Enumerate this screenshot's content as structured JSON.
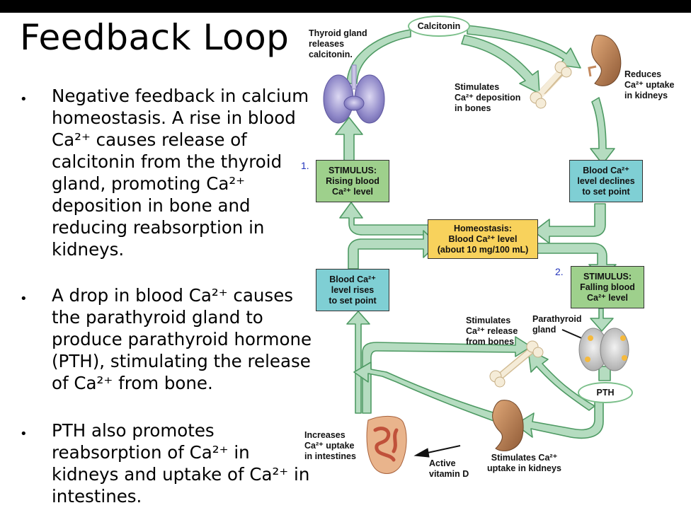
{
  "slide": {
    "title": "Feedback Loop",
    "bullets": [
      "Negative feedback in calcium homeostasis. A rise in blood Ca²⁺ causes release of calcitonin from the thyroid gland, promoting Ca²⁺ deposition in bone and reducing reabsorption in kidneys.",
      "A drop in blood Ca²⁺ causes the parathyroid gland to produce parathyroid hormone (PTH), stimulating the release of Ca²⁺ from bone.",
      "PTH also promotes reabsorption of Ca²⁺ in kidneys and uptake of Ca²⁺ in intestines."
    ]
  },
  "diagram": {
    "calcitonin": "Calcitonin",
    "thyroid_label": [
      "Thyroid gland",
      "releases",
      "calcitonin."
    ],
    "stimulates_deposition": [
      "Stimulates",
      "Ca²⁺ deposition",
      "in bones"
    ],
    "reduces_uptake": [
      "Reduces",
      "Ca²⁺ uptake",
      "in kidneys"
    ],
    "step1": "1.",
    "step2": "2.",
    "stimulus_rising": [
      "STIMULUS:",
      "Rising blood",
      "Ca²⁺ level"
    ],
    "level_declines": [
      "Blood Ca²⁺",
      "level declines",
      "to set point"
    ],
    "homeostasis": [
      "Homeostasis:",
      "Blood Ca²⁺ level",
      "(about 10 mg/100 mL)"
    ],
    "level_rises": [
      "Blood Ca²⁺",
      "level rises",
      "to set point"
    ],
    "stimulus_falling": [
      "STIMULUS:",
      "Falling blood",
      "Ca²⁺ level"
    ],
    "stimulates_release": [
      "Stimulates",
      "Ca²⁺ release",
      "from bones"
    ],
    "parathyroid_label": [
      "Parathyroid",
      "gland"
    ],
    "pth": "PTH",
    "increases_uptake": [
      "Increases",
      "Ca²⁺ uptake",
      "in intestines"
    ],
    "active_vitd": [
      "Active",
      "vitamin D"
    ],
    "stimulates_kidney_uptake": [
      "Stimulates Ca²⁺",
      "uptake in kidneys"
    ]
  },
  "colors": {
    "arrow_fill": "#b5dcc0",
    "arrow_stroke": "#4e9a63",
    "stimulus_green": "#9ed08c",
    "teal_box": "#7fcfd4",
    "homeostasis_yellow": "#f8d25c",
    "step_number": "#2233bb"
  }
}
